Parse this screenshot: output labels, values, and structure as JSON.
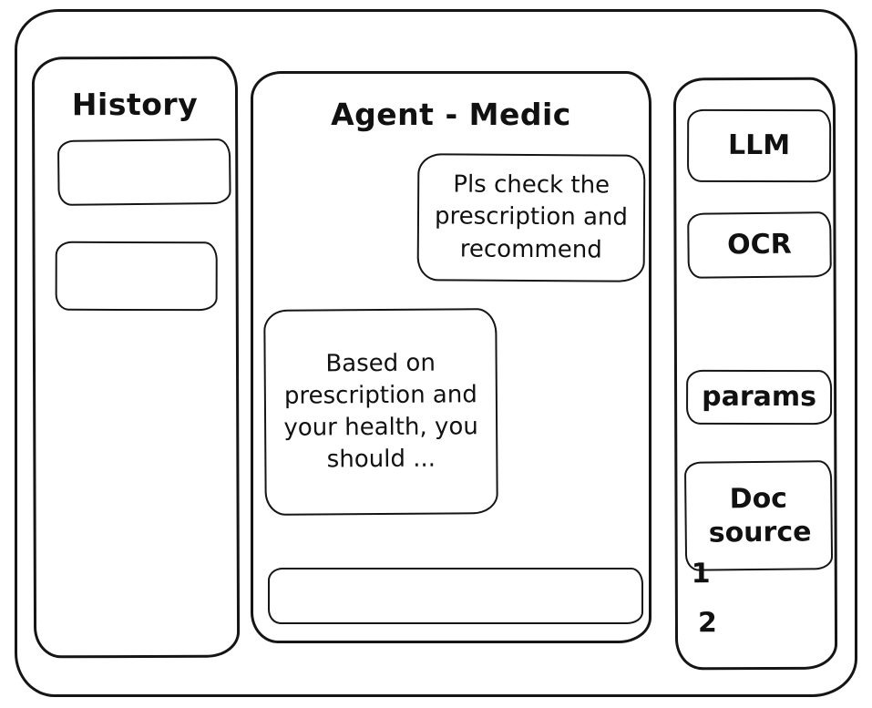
{
  "app": {
    "title": "Agent - Medic"
  },
  "sidebar": {
    "title": "History",
    "items": [
      {
        "label": ""
      },
      {
        "label": ""
      }
    ]
  },
  "chat": {
    "title": "Agent - Medic",
    "messages": [
      {
        "role": "user",
        "text": "Pls check the prescription and recommend"
      },
      {
        "role": "assistant",
        "text": "Based on prescription and your health, you should ..."
      }
    ],
    "input": {
      "value": "",
      "placeholder": ""
    }
  },
  "tools": {
    "items": [
      {
        "label": "LLM"
      },
      {
        "label": "OCR"
      },
      {
        "label": "params"
      },
      {
        "label": "Doc source"
      }
    ],
    "doc_source_numbers": [
      "1",
      "2"
    ]
  },
  "colors": {
    "stroke": "#151515",
    "background": "#ffffff"
  }
}
